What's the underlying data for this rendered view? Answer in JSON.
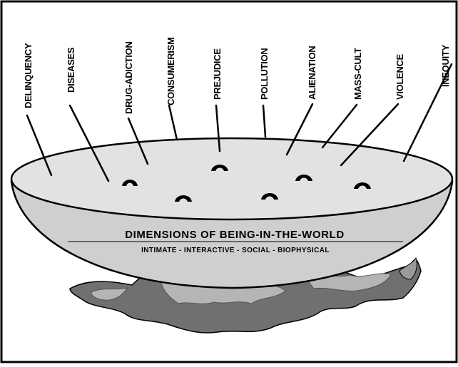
{
  "diagram": {
    "labels": [
      "DELINQUENCY",
      "DISEASES",
      "DRUG-ADICTION",
      "CONSUMERISM",
      "PREJUDICE",
      "POLLUTION",
      "ALIENATION",
      "MASS-CULT",
      "VIOLENCE",
      "INEQUITY"
    ],
    "bowl_title": "DIMENSIONS OF BEING-IN-THE-WORLD",
    "bowl_subtitle": "INTIMATE - INTERACTIVE - SOCIAL - BIOPHYSICAL",
    "colors": {
      "border": "#000000",
      "bowl_body": "#cfcfcf",
      "soup_surface": "#e2e2e2",
      "flame_dark": "#6e6e6e",
      "flame_light": "#b5b5b5",
      "dumpling": "#000000"
    }
  }
}
